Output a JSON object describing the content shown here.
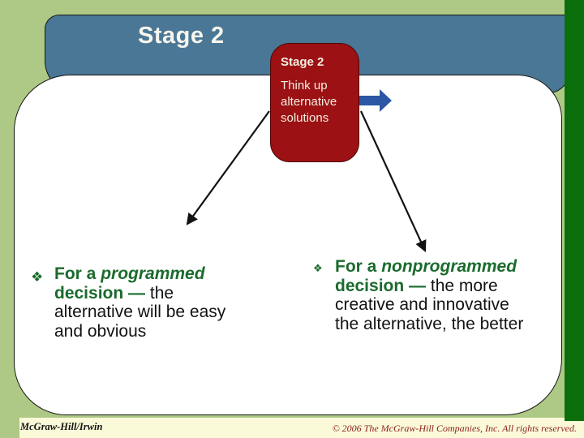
{
  "slide": {
    "title": "Stage 2",
    "stage_box": {
      "heading": "Stage 2",
      "body": "Think up alternative solutions"
    },
    "bullets": {
      "left": {
        "marker": "❖",
        "lines": [
          [
            {
              "t": "For a ",
              "c": "gb"
            },
            {
              "t": "programmed",
              "c": "gbi"
            }
          ],
          [
            {
              "t": "decision — ",
              "c": "gb"
            },
            {
              "t": "the",
              "c": "tx"
            }
          ],
          [
            {
              "t": "alternative will be easy",
              "c": "tx"
            }
          ],
          [
            {
              "t": "and obvious",
              "c": "tx"
            }
          ]
        ]
      },
      "right": {
        "marker": "❖",
        "lines": [
          [
            {
              "t": "For a ",
              "c": "gb"
            },
            {
              "t": "nonprogrammed",
              "c": "gbi"
            }
          ],
          [
            {
              "t": "decision — ",
              "c": "gb"
            },
            {
              "t": "the more",
              "c": "tx"
            }
          ],
          [
            {
              "t": "creative and innovative",
              "c": "tx"
            }
          ],
          [
            {
              "t": "the alternative, the better",
              "c": "tx"
            }
          ]
        ]
      }
    },
    "footer": {
      "left": "McGraw-Hill/Irwin",
      "right": "© 2006 The McGraw-Hill Companies, Inc. All rights reserved."
    },
    "colors": {
      "background": "#aec985",
      "side_bar": "#0a6e0b",
      "header": "#4a7795",
      "stage_box": "#9c1113",
      "footer_strip": "#fbfad8",
      "green_text": "#1a6b2d",
      "copyright_text": "#8b1d1d",
      "arrow_blue": "#2b57a5"
    }
  }
}
